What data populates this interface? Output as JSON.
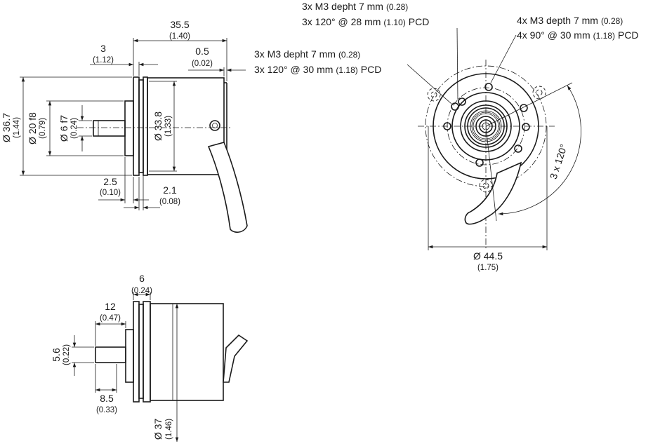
{
  "side_view_top": {
    "overall_length": {
      "value": "35.5",
      "inch": "(1.40)"
    },
    "flange_thickness": {
      "value": "3",
      "inch": "(1.12)"
    },
    "rear_step": {
      "value": "0.5",
      "inch": "(0.02)"
    },
    "outer_diameter": {
      "value": "Ø 36.7",
      "inch": "(1.44)"
    },
    "centering_diameter": {
      "value": "Ø 20 f8",
      "inch": "(0.79)"
    },
    "shaft_diameter": {
      "value": "Ø 6 f7",
      "inch": "(0.24)"
    },
    "body_diameter": {
      "value": "Ø 33.8",
      "inch": "(1.33)"
    },
    "collar_width": {
      "value": "2.5",
      "inch": "(0.10)"
    },
    "groove_width": {
      "value": "2.1",
      "inch": "(0.08)"
    }
  },
  "front_view": {
    "hole_note_a": {
      "line1": "3x M3 depht 7 mm",
      "line1_inch": "(0.28)",
      "line2": "3x 120° @ 28 mm",
      "line2_inch": "(1.10)",
      "line2_suffix": "PCD"
    },
    "hole_note_b": {
      "line1": "4x M3 depth 7 mm",
      "line1_inch": "(0.28)",
      "line2": "4x 90° @ 30 mm",
      "line2_inch": "(1.18)",
      "line2_suffix": "PCD"
    },
    "hole_note_c": {
      "line1": "3x M3 depht 7 mm",
      "line1_inch": "(0.28)",
      "line2": "3x 120° @ 30 mm",
      "line2_inch": "(1.18)",
      "line2_suffix": "PCD"
    },
    "angle_label": "3 x 120°",
    "overall_diameter": {
      "value": "Ø 44.5",
      "inch": "(1.75)"
    }
  },
  "side_view_bottom": {
    "flange_thickness": {
      "value": "6",
      "inch": "(0.24)"
    },
    "collar_length": {
      "value": "12",
      "inch": "(0.47)"
    },
    "flat_height": {
      "value": "5.6",
      "inch": "(0.22)"
    },
    "flat_length": {
      "value": "8.5",
      "inch": "(0.33)"
    },
    "body_diameter": {
      "value": "Ø 37",
      "inch": "(1.46)"
    }
  }
}
